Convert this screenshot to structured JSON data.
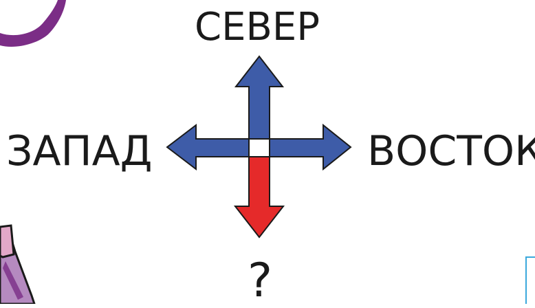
{
  "directions": {
    "north": "СЕВЕР",
    "west": "ЗАПАД",
    "east": "ВОСТОК",
    "south": "?"
  },
  "colors": {
    "arrow_blue": "#3E5CA8",
    "arrow_red": "#E52A2A",
    "arrow_outline": "#1a1a1a",
    "decor_purple": "#7B2D86",
    "decor_lilac": "#B58AC0",
    "decor_pink": "#E2A8C8",
    "decor_frame": "#3AA8DC"
  }
}
